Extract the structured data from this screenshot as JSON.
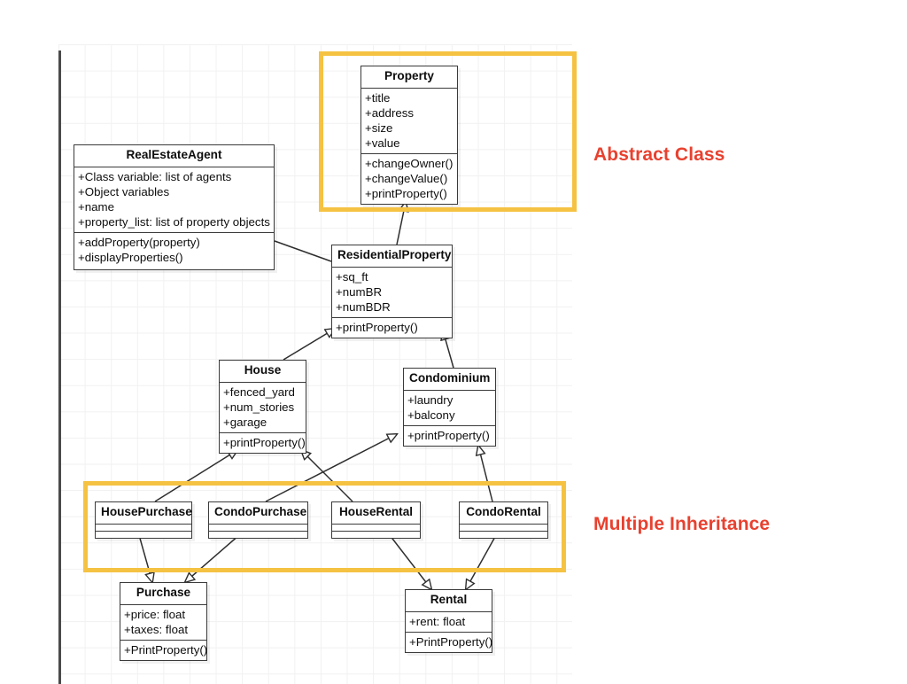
{
  "diagram": {
    "title_note_abstract": "Abstract Class",
    "title_note_multiple": "Multiple Inheritance",
    "accent_orange": "#F5C242",
    "accent_red": "#E8412F",
    "classes": [
      {
        "id": "property",
        "name": "Property",
        "attributes": [
          "+title",
          "+address",
          "+size",
          "+value"
        ],
        "operations": [
          "+changeOwner()",
          "+changeValue()",
          "+printProperty()"
        ]
      },
      {
        "id": "agent",
        "name": "RealEstateAgent",
        "attributes": [
          "+Class variable: list of agents",
          "+Object variables",
          "+name",
          "+property_list: list of property objects"
        ],
        "operations": [
          "+addProperty(property)",
          "+displayProperties()"
        ]
      },
      {
        "id": "residential",
        "name": "ResidentialProperty",
        "attributes": [
          "+sq_ft",
          "+numBR",
          "+numBDR"
        ],
        "operations": [
          "+printProperty()"
        ]
      },
      {
        "id": "house",
        "name": "House",
        "attributes": [
          "+fenced_yard",
          "+num_stories",
          "+garage"
        ],
        "operations": [
          "+printProperty()"
        ]
      },
      {
        "id": "condominium",
        "name": "Condominium",
        "attributes": [
          "+laundry",
          "+balcony"
        ],
        "operations": [
          "+printProperty()"
        ]
      },
      {
        "id": "housepurchase",
        "name": "HousePurchase",
        "attributes": [],
        "operations": []
      },
      {
        "id": "condopurchase",
        "name": "CondoPurchase",
        "attributes": [],
        "operations": []
      },
      {
        "id": "houserental",
        "name": "HouseRental",
        "attributes": [],
        "operations": []
      },
      {
        "id": "condorental",
        "name": "CondoRental",
        "attributes": [],
        "operations": []
      },
      {
        "id": "purchase",
        "name": "Purchase",
        "attributes": [
          "+price: float",
          "+taxes: float"
        ],
        "operations": [
          "+PrintProperty()"
        ]
      },
      {
        "id": "rental",
        "name": "Rental",
        "attributes": [
          "+rent: float"
        ],
        "operations": [
          "+PrintProperty()"
        ]
      }
    ],
    "relationships": [
      {
        "type": "generalization",
        "from": "ResidentialProperty",
        "to": "Property"
      },
      {
        "type": "association",
        "from": "RealEstateAgent",
        "to": "ResidentialProperty"
      },
      {
        "type": "generalization",
        "from": "House",
        "to": "ResidentialProperty"
      },
      {
        "type": "generalization",
        "from": "Condominium",
        "to": "ResidentialProperty"
      },
      {
        "type": "generalization",
        "from": "HousePurchase",
        "to": "House"
      },
      {
        "type": "generalization",
        "from": "HouseRental",
        "to": "House"
      },
      {
        "type": "generalization",
        "from": "CondoPurchase",
        "to": "Condominium"
      },
      {
        "type": "generalization",
        "from": "CondoRental",
        "to": "Condominium"
      },
      {
        "type": "generalization",
        "from": "HousePurchase",
        "to": "Purchase"
      },
      {
        "type": "generalization",
        "from": "CondoPurchase",
        "to": "Purchase"
      },
      {
        "type": "generalization",
        "from": "HouseRental",
        "to": "Rental"
      },
      {
        "type": "generalization",
        "from": "CondoRental",
        "to": "Rental"
      }
    ]
  }
}
